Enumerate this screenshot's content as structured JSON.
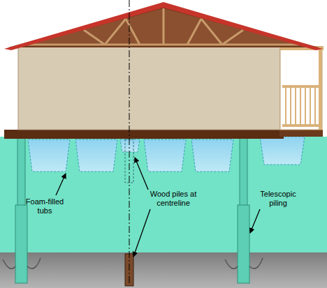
{
  "diagram": {
    "labels": [
      "Foam-filled tubs",
      "Wood piles at centreline",
      "Telescopic piling"
    ]
  }
}
